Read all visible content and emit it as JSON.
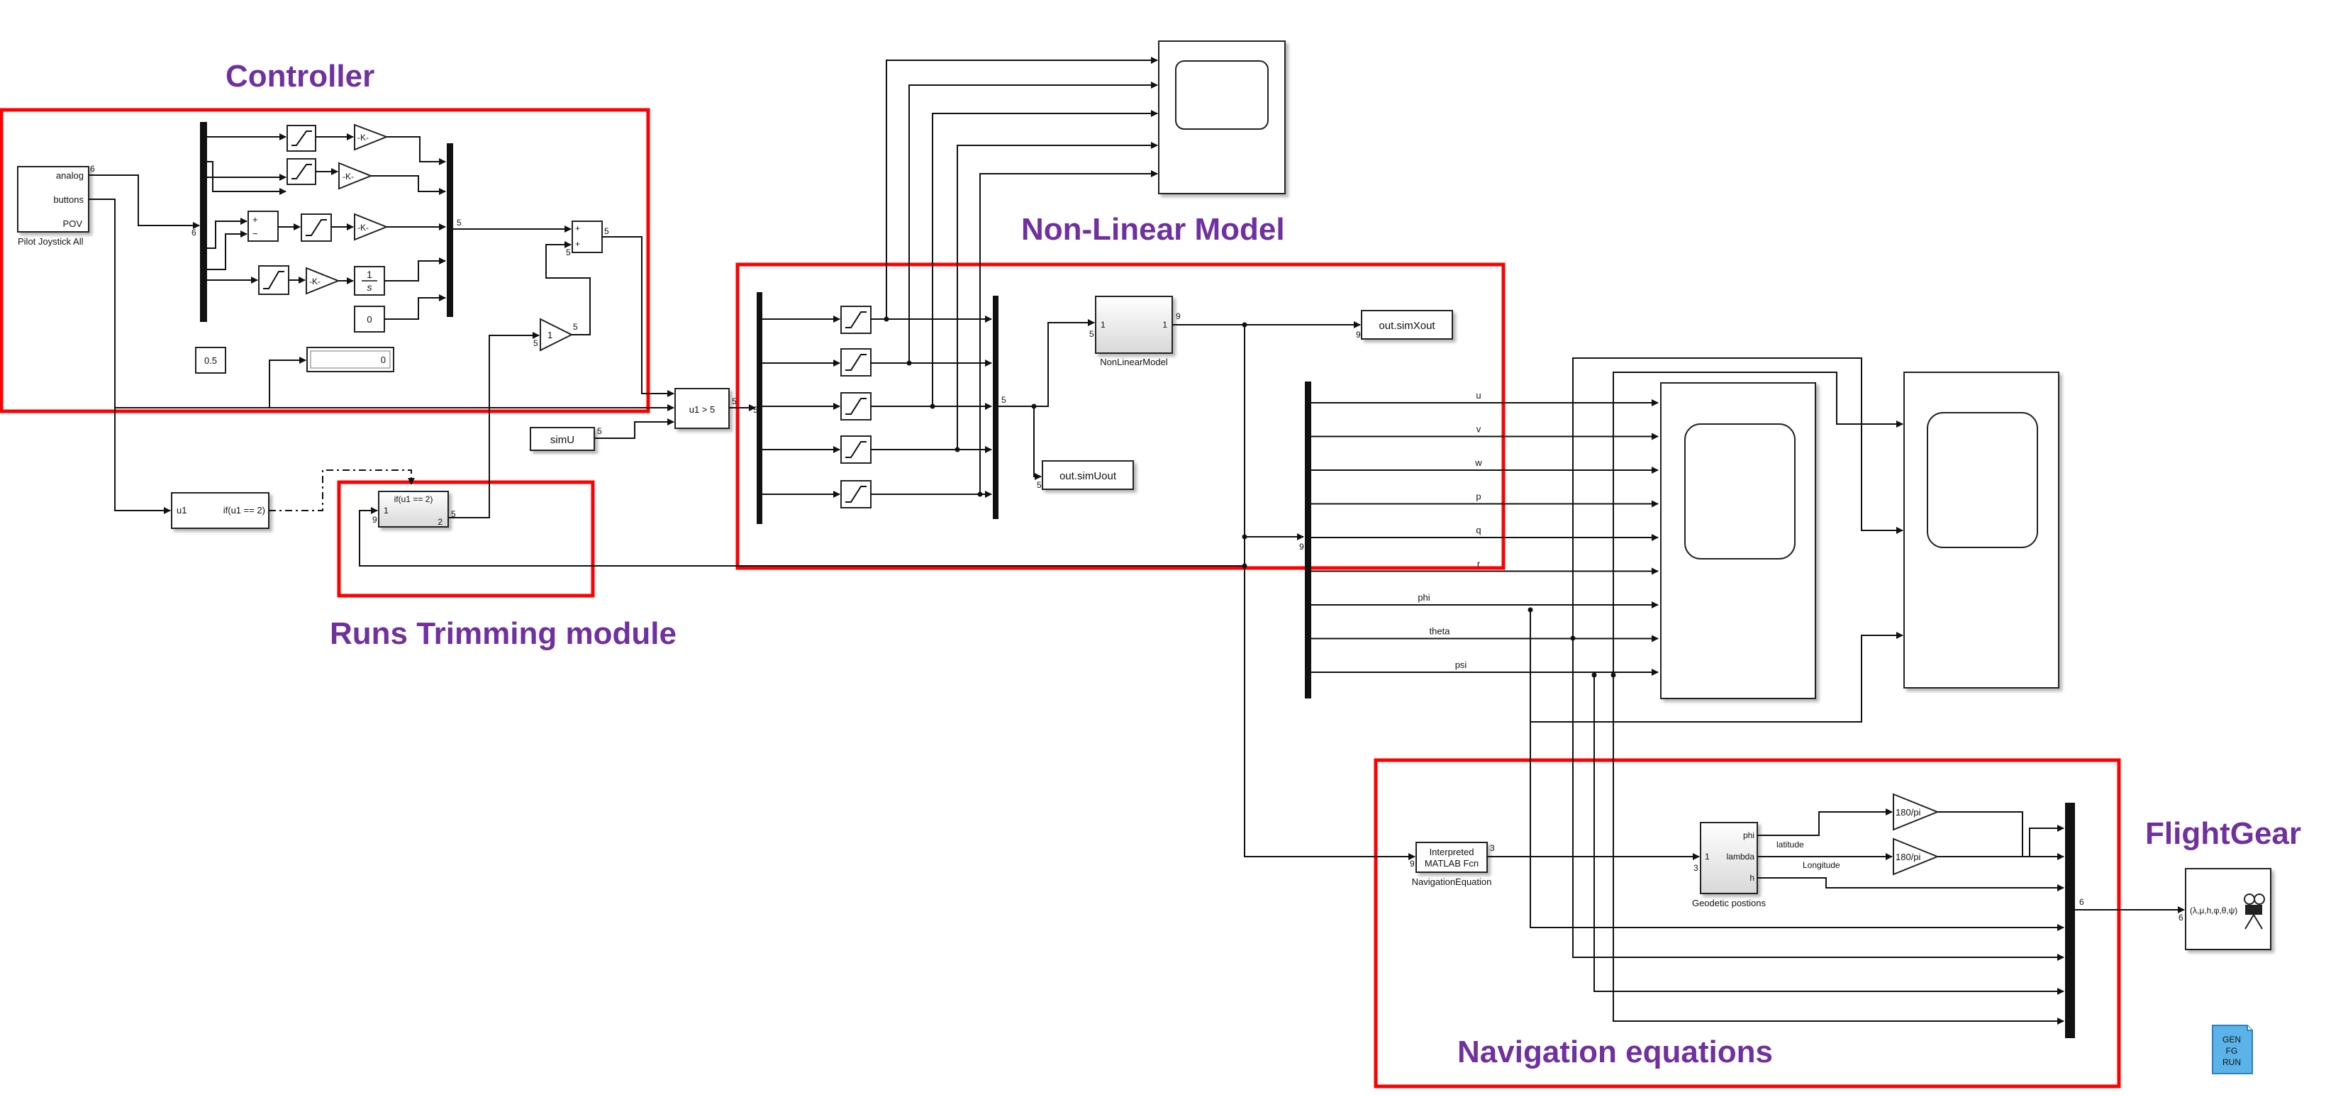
{
  "titles": {
    "controller": "Controller",
    "nonlinear": "Non-Linear Model",
    "trimming": "Runs Trimming module",
    "flightgear": "FlightGear",
    "navigation": "Navigation equations"
  },
  "joystick": {
    "port_analog": "analog",
    "port_buttons": "buttons",
    "port_pov": "POV",
    "name": "Pilot Joystick All",
    "dim": "6"
  },
  "controller_blocks": {
    "gain": "-K-",
    "integrator_num": "1",
    "integrator_den": "s",
    "const_zero": "0",
    "const_half": "0.5",
    "display_value": "0",
    "gain_one": "1",
    "sum_plus": "+",
    "sum_minus": "−",
    "dim5": "5",
    "dim6": "6"
  },
  "if_block": {
    "input": "u1",
    "condition": "if(u1 == 2)"
  },
  "trim_subsystem": {
    "condition": "if(u1 == 2)",
    "port1": "1",
    "port2": "2",
    "dim9": "9",
    "dim5": "5"
  },
  "switch": {
    "label": "u1 > 5",
    "dim": "5"
  },
  "simU": "simU",
  "simUout": "out.simUout",
  "simXout": "out.simXout",
  "nonlinear_block": {
    "name": "NonLinearModel",
    "in": "1",
    "out": "1",
    "dim5": "5",
    "dim9": "9"
  },
  "state_labels": [
    "u",
    "v",
    "w",
    "p",
    "q",
    "r",
    "phi",
    "theta",
    "psi"
  ],
  "nav_fcn": {
    "line1": "Interpreted",
    "line2": "MATLAB Fcn",
    "name": "NavigationEquation",
    "dim_in": "9",
    "dim_out": "3"
  },
  "geodetic": {
    "name": "Geodetic postions",
    "in_port": "1",
    "out_phi": "phi",
    "out_lambda": "lambda",
    "out_h": "h",
    "dim": "3"
  },
  "nav_labels": {
    "latitude": "latitude",
    "longitude": "Longitude"
  },
  "rad2deg_gain": "180/pi",
  "mux_out_dim": "6",
  "flightgear_block": {
    "label": "(λ,μ,h,φ,θ,ψ)",
    "dim": "6"
  },
  "gen_run": {
    "line1": "GEN",
    "line2": "FG",
    "line3": "RUN"
  },
  "colors": {
    "title": "#7030a0",
    "frame": "#ff0000",
    "gen_run": "#5ab4ea"
  }
}
